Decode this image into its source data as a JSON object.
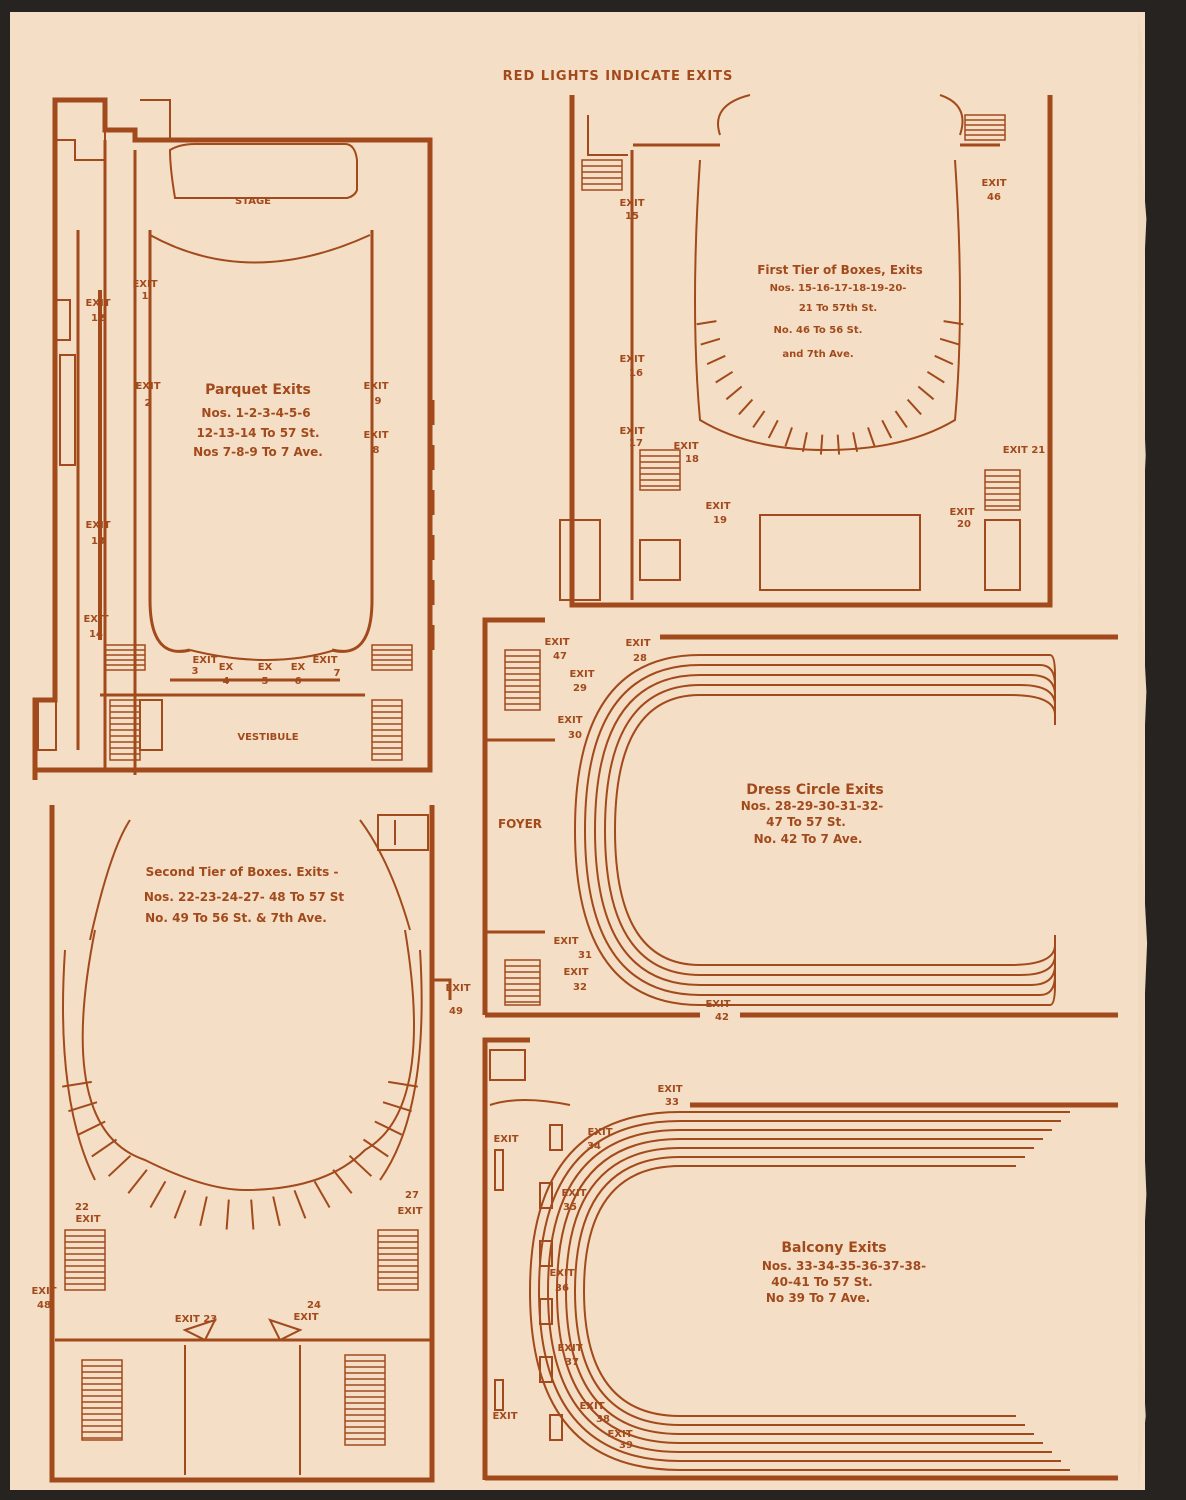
{
  "header": {
    "title": "RED LIGHTS INDICATE EXITS"
  },
  "colors": {
    "paper": "#f4dfc6",
    "ink": "#a24a1c",
    "background": "#262321"
  },
  "parquet": {
    "stage": "STAGE",
    "vestibule": "VESTIBULE",
    "title": "Parquet Exits",
    "line1": "Nos. 1-2-3-4-5-6",
    "line2": "12-13-14 To 57 St.",
    "line3": "Nos 7-8-9 To 7 Ave.",
    "exits": {
      "e1": [
        "EXIT",
        "1"
      ],
      "e2": [
        "EXIT",
        "2"
      ],
      "e12": [
        "EXIT",
        "12"
      ],
      "e13": [
        "EXIT",
        "13"
      ],
      "e14": [
        "EXIT",
        "14"
      ],
      "e9": [
        "EXIT",
        "9"
      ],
      "e8": [
        "EXIT",
        "8"
      ],
      "e3": [
        "EXIT",
        "3"
      ],
      "e4": [
        "EX",
        "4"
      ],
      "e5": [
        "EX",
        "5"
      ],
      "e6": [
        "EX",
        "6"
      ],
      "e7": [
        "EXIT",
        "7"
      ]
    }
  },
  "first_tier": {
    "title": "First Tier of Boxes, Exits",
    "line1": "Nos. 15-16-17-18-19-20-",
    "line2": "21 To 57th St.",
    "line3": "No. 46 To 56 St.",
    "line4": "and 7th Ave.",
    "exits": {
      "e15": [
        "EXIT",
        "15"
      ],
      "e16": [
        "EXIT",
        "16"
      ],
      "e17": [
        "EXIT",
        "17"
      ],
      "e18": [
        "EXIT",
        "18"
      ],
      "e19": [
        "EXIT",
        "19"
      ],
      "e20": [
        "EXIT",
        "20"
      ],
      "e21": "EXIT 21",
      "e46": [
        "EXIT",
        "46"
      ]
    }
  },
  "second_tier": {
    "title": "Second Tier of Boxes. Exits -",
    "line1": "Nos. 22-23-24-27- 48 To 57 St",
    "line2": "No. 49 To 56 St. & 7th Ave.",
    "exits": {
      "e22": [
        "22",
        "EXIT"
      ],
      "e27": [
        "27",
        "EXIT"
      ],
      "e48": [
        "EXIT",
        "48"
      ],
      "e23": "EXIT 23",
      "e24": [
        "24",
        "EXIT"
      ],
      "e49": [
        "EXIT",
        "49"
      ]
    }
  },
  "dress_circle": {
    "foyer": "FOYER",
    "title": "Dress Circle Exits",
    "line1": "Nos. 28-29-30-31-32-",
    "line2": "47 To 57 St.",
    "line3": "No. 42 To 7 Ave.",
    "exits": {
      "e47": [
        "EXIT",
        "47"
      ],
      "e28": [
        "EXIT",
        "28"
      ],
      "e29": [
        "EXIT",
        "29"
      ],
      "e30": [
        "EXIT",
        "30"
      ],
      "e31": [
        "EXIT",
        "31"
      ],
      "e32": [
        "EXIT",
        "32"
      ],
      "e42": [
        "EXIT",
        "42"
      ]
    }
  },
  "balcony": {
    "title": "Balcony Exits",
    "line1": "Nos. 33-34-35-36-37-38-",
    "line2": "40-41 To 57 St.",
    "line3": "No 39 To 7 Ave.",
    "exits": {
      "e33": [
        "EXIT",
        "33"
      ],
      "e34": [
        "EXIT",
        "34"
      ],
      "e35": [
        "EXIT",
        "35"
      ],
      "e36": [
        "EXIT",
        "36"
      ],
      "e37": [
        "EXIT",
        "37"
      ],
      "e38": [
        "EXIT",
        "38"
      ],
      "e39": [
        "EXIT",
        "39"
      ],
      "eTop": "EXIT",
      "eBot": "EXIT"
    }
  }
}
